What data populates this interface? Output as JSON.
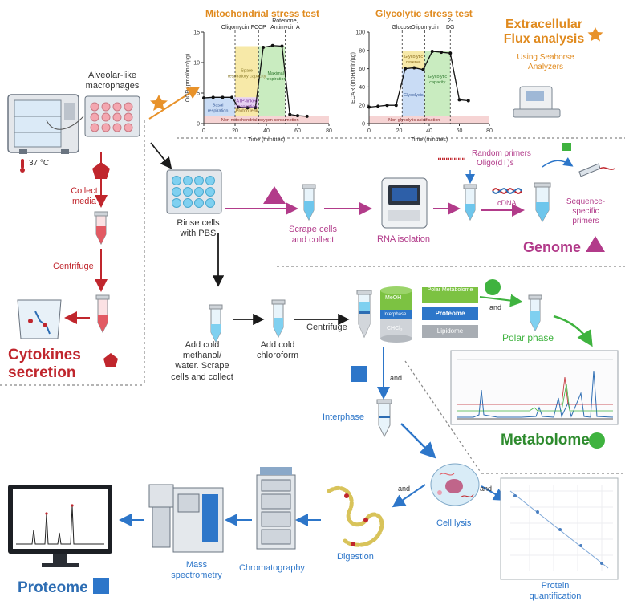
{
  "colors": {
    "orange": "#e8922a",
    "red": "#c0262d",
    "magenta": "#b23b8a",
    "green": "#3fb33f",
    "blue": "#2d76c9",
    "ocr_spare": "#f7e9a8",
    "ocr_basal": "#c9dcf5",
    "ocr_maximal": "#c9ecc0",
    "ocr_atp": "#e6d0f2",
    "ocr_nonmito": "#f6d4d4"
  },
  "chart_data": [
    {
      "type": "line",
      "title": "Mitochondrial stress test",
      "xlabel": "Time (minutes)",
      "ylabel": "OCR (pmol/min/µg)",
      "xlim": [
        0,
        80
      ],
      "ylim": [
        0,
        15
      ],
      "xticks": [
        "0",
        "20",
        "40",
        "60",
        "80"
      ],
      "yticks": [
        "0",
        "5",
        "10",
        "15"
      ],
      "injections": [
        "Oligomycin",
        "FCCP",
        "Rotenone, Antimycin A"
      ],
      "regions": [
        "Spare respiratory capacity",
        "Basal respiration",
        "ATP-linked respiration",
        "Proton leak",
        "Maximal respiration",
        "Non-mitochondrial oxygen consumption"
      ],
      "x": [
        0,
        6,
        12,
        18,
        22,
        28,
        33,
        38,
        44,
        50,
        55,
        60,
        66
      ],
      "values": [
        4.2,
        4.3,
        4.3,
        4.3,
        2.7,
        2.6,
        2.6,
        12.5,
        12.8,
        12.7,
        1.5,
        1.3,
        1.2
      ]
    },
    {
      "type": "line",
      "title": "Glycolytic stress test",
      "xlabel": "Time (minutes)",
      "ylabel": "ECAR (mpH/min/µg)",
      "xlim": [
        0,
        80
      ],
      "ylim": [
        0,
        100
      ],
      "xticks": [
        "0",
        "20",
        "40",
        "60",
        "80"
      ],
      "yticks": [
        "0",
        "20",
        "40",
        "60",
        "80",
        "100"
      ],
      "injections": [
        "Glucose",
        "Oligomycin",
        "2-DG"
      ],
      "regions": [
        "Glycolytic reserve",
        "Glycolysis",
        "Glycolytic capacity",
        "Non glycolytic acidification"
      ],
      "x": [
        0,
        6,
        12,
        18,
        24,
        30,
        36,
        42,
        48,
        54,
        60,
        66
      ],
      "values": [
        18,
        19,
        20,
        20,
        60,
        61,
        59,
        79,
        78,
        77,
        26,
        25
      ]
    }
  ],
  "labels": {
    "alveolar": "Alveolar-like macrophages",
    "temp": "37 °C",
    "collect_media": "Collect media",
    "centrifuge_left": "Centrifuge",
    "cytokines": "Cytokines secretion",
    "flux_title": "Extracellular Flux analysis",
    "flux_sub": "Using Seahorse Analyzers",
    "rinse": "Rinse cells with PBS",
    "scrape": "Scrape cells and collect",
    "rna": "RNA isolation",
    "random_primers": "Random primers",
    "oligo": "Oligo(dT)s",
    "cdna": "cDNA",
    "seq_primers": "Sequence-specific primers",
    "genome": "Genome",
    "add_methanol": "Add cold methanol/ water. Scrape cells and collect",
    "add_chloroform": "Add cold chloroform",
    "centrifuge_mid": "Centrifuge",
    "meoh": "MeOH",
    "interphase_layer": "Interphase",
    "chcl3": "CHCl₃",
    "polar_metabolome": "Polar Metabolome",
    "proteome_box": "Proteome",
    "lipidome": "Lipidome",
    "and": "and",
    "polar_phase": "Polar phase",
    "metabolome": "Metabolome",
    "interphase": "Interphase",
    "cell_lysis": "Cell lysis",
    "protein_quant": "Protein quantification",
    "digestion": "Digestion",
    "chromatography": "Chromatography",
    "mass_spec": "Mass spectrometry",
    "proteome": "Proteome"
  }
}
